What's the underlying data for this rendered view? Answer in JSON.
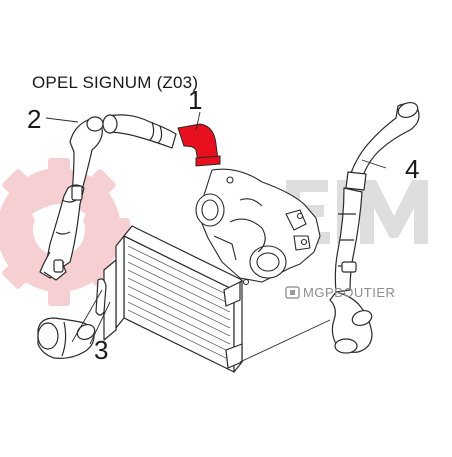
{
  "diagram": {
    "title": "OPEL SIGNUM (Z03)",
    "callouts": [
      "1",
      "2",
      "3",
      "4"
    ],
    "highlight_color": "#e8101e",
    "line_color": "#2a2a2a"
  },
  "watermark": {
    "wordmark": "SEIM",
    "brand_text": "MGPBOUTIER",
    "gear_color": "#f4c6c8",
    "wordmark_color": "#dcdcdc"
  }
}
